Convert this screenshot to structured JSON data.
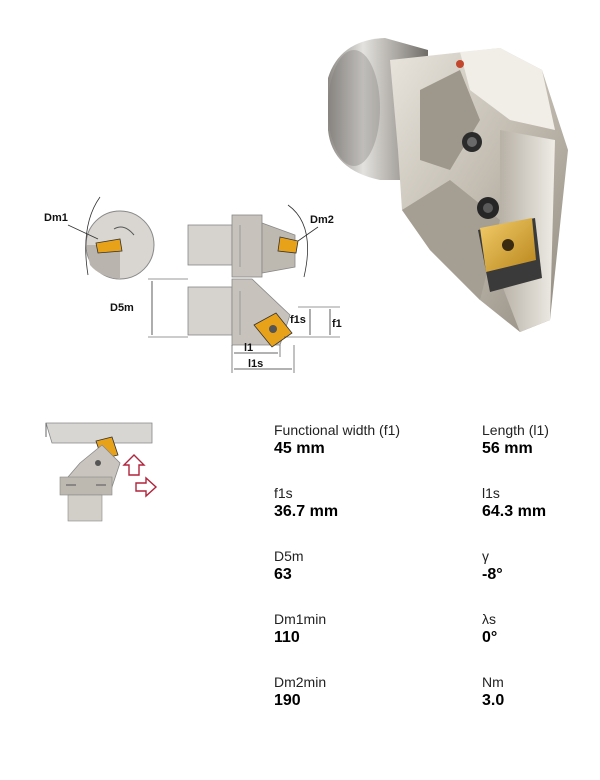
{
  "diagram": {
    "labels": {
      "dm1": "Dm1",
      "dm2": "Dm2",
      "d5m": "D5m",
      "f1s": "f1s",
      "f1": "f1",
      "l1": "l1",
      "l1s": "l1s"
    }
  },
  "specs": [
    {
      "label": "Functional width (f1)",
      "value": "45 mm"
    },
    {
      "label": "Length (l1)",
      "value": "56 mm"
    },
    {
      "label": "f1s",
      "value": "36.7 mm"
    },
    {
      "label": "l1s",
      "value": "64.3 mm"
    },
    {
      "label": "D5m",
      "value": "63"
    },
    {
      "label": "γ",
      "value": "-8°"
    },
    {
      "label": "Dm1min",
      "value": "110"
    },
    {
      "label": "λs",
      "value": "0°"
    },
    {
      "label": "Dm2min",
      "value": "190"
    },
    {
      "label": "Nm",
      "value": "3.0"
    }
  ],
  "colors": {
    "insert": "#e8a21a",
    "steel": "#c9c3b8",
    "arrow": "#b0243c"
  }
}
